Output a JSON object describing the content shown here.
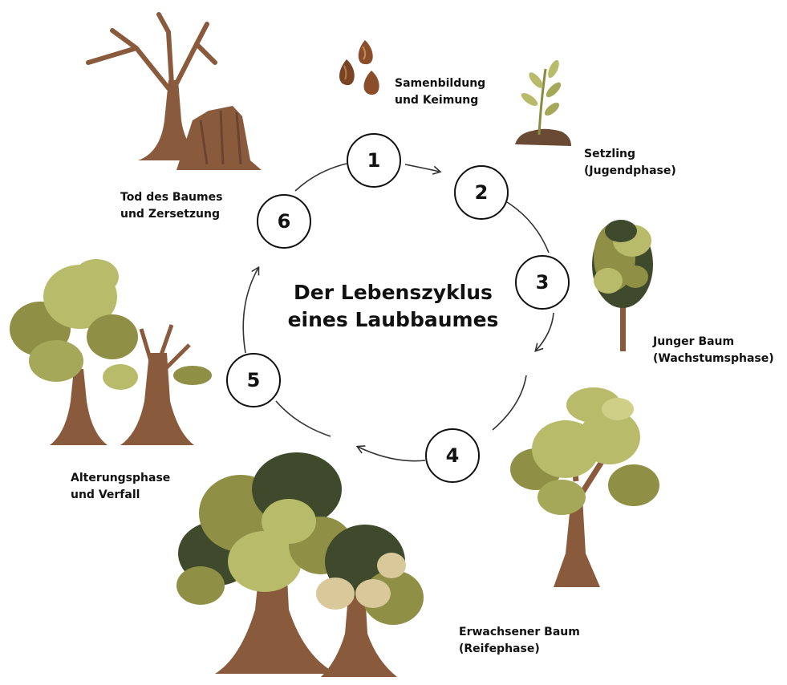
{
  "diagram": {
    "title_line1": "Der Lebenszyklus",
    "title_line2": "eines Laubbaumes",
    "stages": [
      {
        "number": "1",
        "line1": "Samenbildung",
        "line2": "und Keimung",
        "icon": "seeds-icon"
      },
      {
        "number": "2",
        "line1": "Setzling",
        "line2": "(Jugendphase)",
        "icon": "seedling-icon"
      },
      {
        "number": "3",
        "line1": "Junger Baum",
        "line2": "(Wachstumsphase)",
        "icon": "young-tree-icon"
      },
      {
        "number": "4",
        "line1": "Erwachsener Baum",
        "line2": "(Reifephase)",
        "icon": "mature-tree-icon"
      },
      {
        "number": "5",
        "line1": "Alterungsphase",
        "line2": "und Verfall",
        "icon": "aging-trees-icon"
      },
      {
        "number": "6",
        "line1": "Tod des Baumes",
        "line2": "und Zersetzung",
        "icon": "dead-tree-icon"
      }
    ]
  },
  "colors": {
    "trunk": "#8a5a3c",
    "trunk_dark": "#6b4430",
    "foliage_light": "#b8bb6a",
    "foliage_mid": "#8f8f45",
    "foliage_dark": "#3f4a2c",
    "foliage_tan": "#d8c89a",
    "soil": "#6b4a35",
    "seed": "#8a4f2a",
    "ink": "#111111"
  }
}
